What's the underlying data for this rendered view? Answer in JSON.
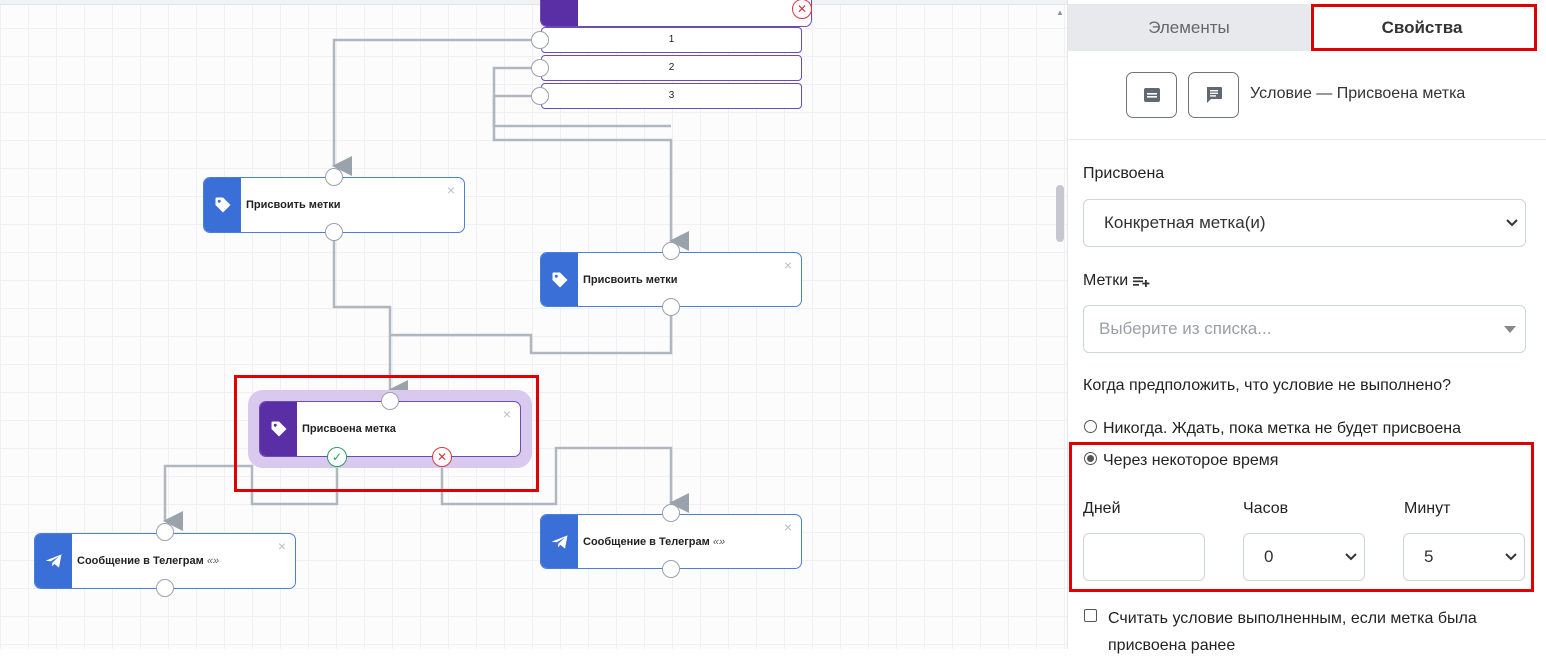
{
  "canvas": {
    "branch_labels": [
      "1",
      "2",
      "3"
    ],
    "nodes": {
      "assign_tags_1": {
        "title": "Присвоить метки",
        "close": "×"
      },
      "assign_tags_2": {
        "title": "Присвоить метки",
        "close": "×"
      },
      "condition": {
        "title": "Присвоена метка",
        "close": "×",
        "yes_icon": "✓",
        "no_icon": "✕"
      },
      "telegram_1": {
        "title": "Сообщение в Телеграм",
        "quote": "«»",
        "close": "×"
      },
      "telegram_2": {
        "title": "Сообщение в Телеграм",
        "quote": "«»",
        "close": "×"
      }
    },
    "top_node_close_icon": "✕",
    "icons": {
      "tag": "tag-icon",
      "telegram": "telegram-icon"
    },
    "colors": {
      "node_blue": "#3b6fd8",
      "node_purple": "#5a2fa6",
      "highlight": "#e00000",
      "selected_frame": "#d9c9ee"
    }
  },
  "panel": {
    "tabs": {
      "elements": "Элементы",
      "properties": "Свойства"
    },
    "title": "Условие — Присвоена метка",
    "assigned": {
      "label": "Присвоена",
      "value": "Конкретная метка(и)"
    },
    "tags": {
      "label": "Метки",
      "icon": "playlist-add-icon",
      "placeholder": "Выберите из списка..."
    },
    "not_met_question": "Когда предположить, что условие не выполнено?",
    "option_never": "Никогда. Ждать, пока метка не будет присвоена",
    "option_after": "Через некоторое время",
    "days": {
      "label": "Дней",
      "value": ""
    },
    "hours": {
      "label": "Часов",
      "value": "0"
    },
    "minutes": {
      "label": "Минут",
      "value": "5"
    },
    "checkbox_text": "Считать условие выполненным, если метка была присвоена ранее"
  }
}
